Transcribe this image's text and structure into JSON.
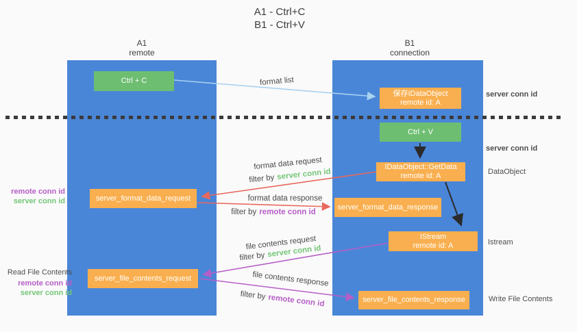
{
  "title": {
    "line1": "A1 - Ctrl+C",
    "line2": "B1 - Ctrl+V"
  },
  "columns": {
    "a1": {
      "id": "A1",
      "subtitle": "remote"
    },
    "b1": {
      "id": "B1",
      "subtitle": "connection"
    }
  },
  "nodes": {
    "ctrl_c": {
      "label": "Ctrl + C"
    },
    "save_idataobject": {
      "line1": "保存IDataObject",
      "line2": "remote id: A"
    },
    "ctrl_v": {
      "label": "Ctrl + V"
    },
    "idataobject_getdata": {
      "line1": "IDataObject::GetData",
      "line2": "remote id: A"
    },
    "server_format_data_request": {
      "label": "server_format_data_request"
    },
    "server_format_data_response": {
      "label": "server_format_data_response"
    },
    "istream": {
      "line1": "IStream",
      "line2": "remote id: A"
    },
    "server_file_contents_request": {
      "label": "server_file_contents_request"
    },
    "server_file_contents_response": {
      "label": "server_file_contents_response"
    }
  },
  "arrow_labels": {
    "format_list": "format list",
    "format_data_request": "format data request",
    "format_data_response": "format data response",
    "file_contents_request": "file contents request",
    "file_contents_response": "file contents response",
    "filter_by": "filter by",
    "server_conn_id": "server conn id",
    "remote_conn_id": "remote conn id"
  },
  "side_labels": {
    "left_remote_conn_id": "remote conn id",
    "left_server_conn_id": "server conn id",
    "read_file_contents": "Read File Contents",
    "left_remote_conn_id_2": "remote conn id",
    "left_server_conn_id_2": "server conn id",
    "server_conn_id_top": "server conn id",
    "server_conn_id_mid": "server conn id",
    "dataobject": "DataObject",
    "istream": "Istream",
    "write_file_contents": "Write File Contents"
  },
  "colors": {
    "background": "#FAFAFA",
    "lane_blue": "#4A86D8",
    "box_green": "#6EBE72",
    "box_orange": "#F9AF4F",
    "arrow_red": "#E8685E",
    "arrow_purple": "#B65EC7",
    "arrow_blue": "#A8D2F0",
    "arrow_black": "#2B2B2B",
    "label_green": "#74C578",
    "label_purple": "#B65EC7"
  }
}
